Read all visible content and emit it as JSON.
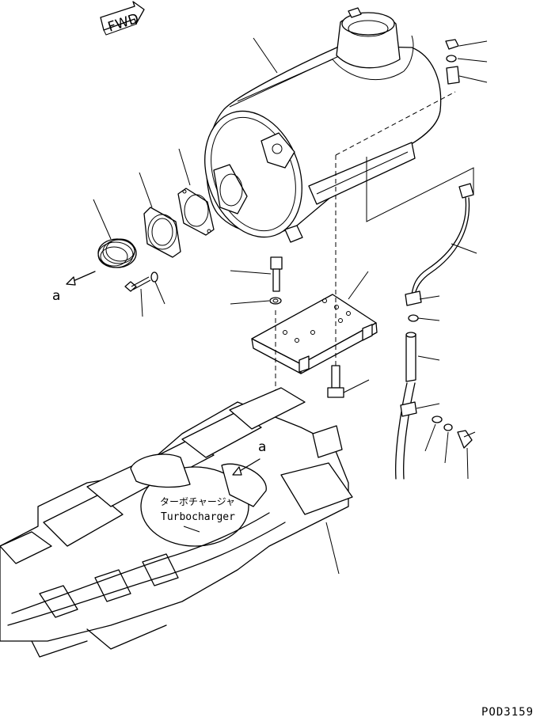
{
  "fwd_label": "FWD",
  "view_marker": "a",
  "turbo_label_jp": "ターボチャージャ",
  "turbo_label_en": "Turbocharger",
  "drawing_code": "POD3159"
}
